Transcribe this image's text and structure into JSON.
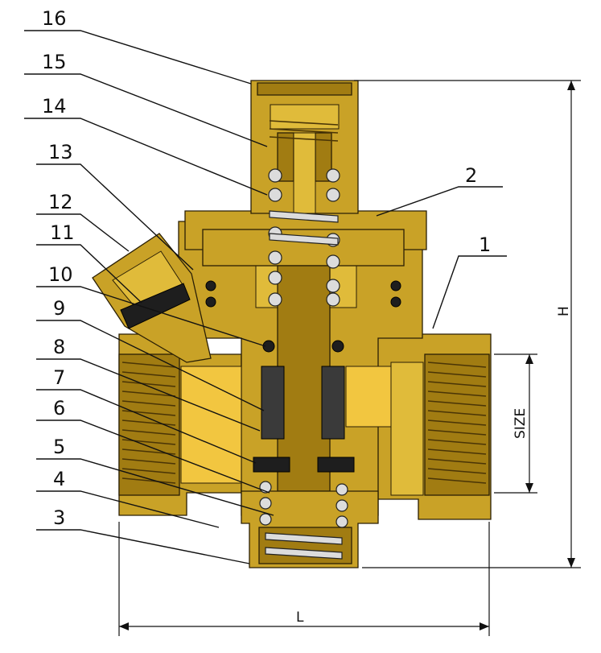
{
  "parts": [
    {
      "label": "16"
    },
    {
      "label": "15"
    },
    {
      "label": "14"
    },
    {
      "label": "13"
    },
    {
      "label": "12"
    },
    {
      "label": "11"
    },
    {
      "label": "10"
    },
    {
      "label": "9"
    },
    {
      "label": "8"
    },
    {
      "label": "7"
    },
    {
      "label": "6"
    },
    {
      "label": "5"
    },
    {
      "label": "4"
    },
    {
      "label": "3"
    },
    {
      "label": "2"
    },
    {
      "label": "1"
    }
  ],
  "dimensions": {
    "height_label": "H",
    "length_label": "L",
    "size_label": "SIZE"
  },
  "colors": {
    "brass": "#c9a227",
    "brass_dark": "#a17c12",
    "gasket": "#1e1e1e",
    "spring": "#dcdcdc"
  }
}
